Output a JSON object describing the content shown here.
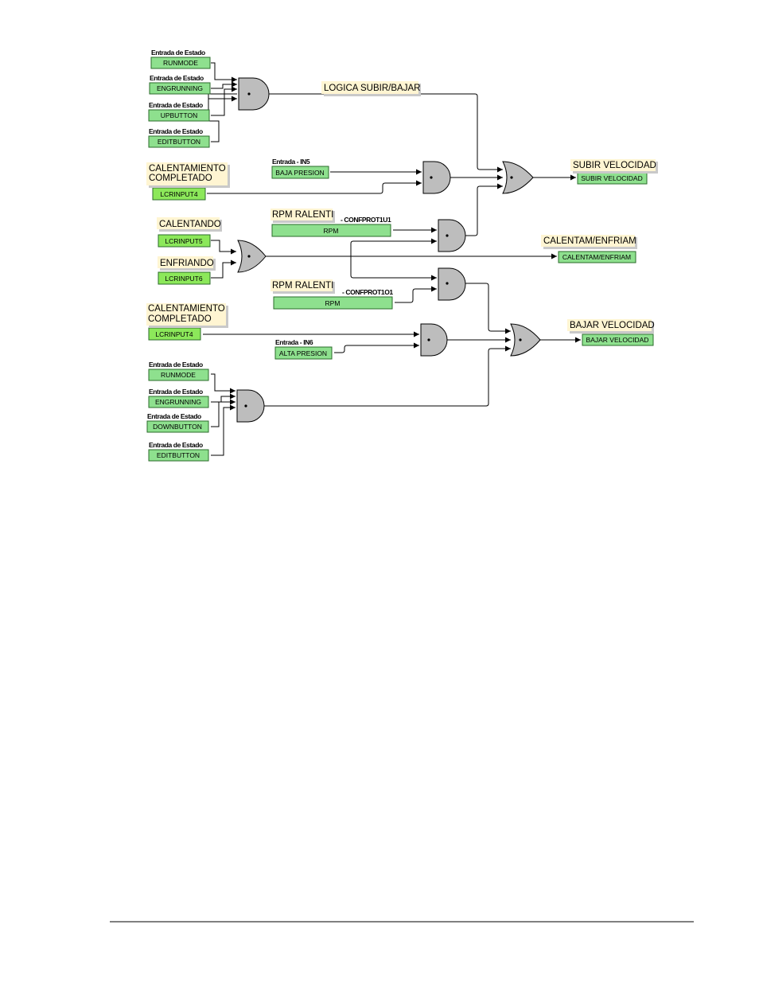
{
  "colors": {
    "input_box": "#8ee08e",
    "lc_input_box": "#8ce85a",
    "note_fill": "#fff5d2",
    "gate_fill": "#bdbdbd"
  },
  "caption_state_input": "Entrada de Estado",
  "caption_in5": "Entrada - IN5",
  "caption_in6": "Entrada - IN6",
  "caption_confprot_1u1": "- CONFPROT1U1",
  "caption_confprot_1o1": "- CONFPROT1O1",
  "inputs": {
    "runmode_1": "RUNMODE",
    "engrunning_1": "ENGRUNNING",
    "upbutton": "UPBUTTON",
    "editbutton_1": "EDITBUTTON",
    "lcrinput4_1": "LCRINPUT4",
    "baja_presion": "BAJA PRESION",
    "rpm_1": "RPM",
    "lcrinput5": "LCRINPUT5",
    "lcrinput6": "LCRINPUT6",
    "rpm_2": "RPM",
    "lcrinput4_2": "LCRINPUT4",
    "alta_presion": "ALTA PRESION",
    "runmode_2": "RUNMODE",
    "engrunning_2": "ENGRUNNING",
    "downbutton": "DOWNBUTTON",
    "editbutton_2": "EDITBUTTON"
  },
  "outputs": {
    "subir_velocidad": "SUBIR VELOCIDAD",
    "calentam_enfriam": "CALENTAM/ENFRIAM",
    "bajar_velocidad": "BAJAR VELOCIDAD"
  },
  "notes": {
    "logica_subir_bajar": "LOGICA SUBIR/BAJAR",
    "calentamiento_completado_1": [
      "CALENTAMIENTO",
      "COMPLETADO"
    ],
    "rpm_ralenti_1": "RPM RALENTI",
    "calentando": "CALENTANDO",
    "enfriando": "ENFRIANDO",
    "calentam_enfriam": "CALENTAM/ENFRIAM",
    "rpm_ralenti_2": "RPM RALENTI",
    "calentamiento_completado_2": [
      "CALENTAMIENTO",
      "COMPLETADO"
    ],
    "subir_velocidad": "SUBIR VELOCIDAD",
    "bajar_velocidad": "BAJAR VELOCIDAD"
  }
}
